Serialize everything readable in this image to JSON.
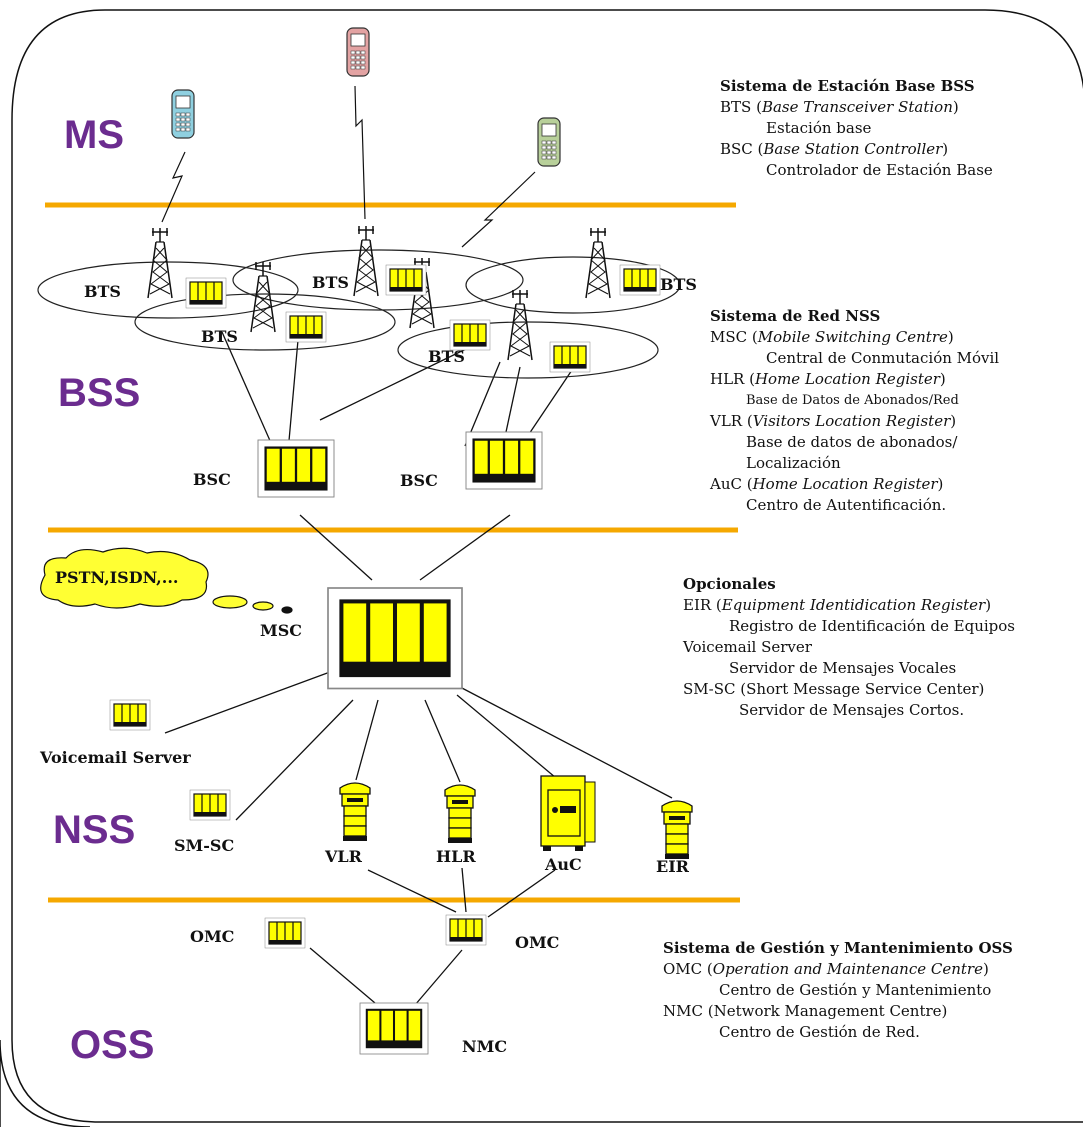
{
  "layers": {
    "ms": "MS",
    "bss": "BSS",
    "nss": "NSS",
    "oss": "OSS"
  },
  "nodes": {
    "bts": "BTS",
    "bsc": "BSC",
    "msc": "MSC",
    "pstn": "PSTN,ISDN,...",
    "voicemail": "Voicemail Server",
    "smsc": "SM-SC",
    "vlr": "VLR",
    "hlr": "HLR",
    "auc": "AuC",
    "eir": "EIR",
    "omc": "OMC",
    "nmc": "NMC"
  },
  "legend_bss": {
    "title": "Sistema de Estación Base BSS",
    "bts_prefix": "BTS (",
    "bts_en": "Base Transceiver Station",
    "bts_suffix": ")",
    "bts_es": "Estación base",
    "bsc_prefix": "BSC (",
    "bsc_en": "Base Station Controller",
    "bsc_suffix": ")",
    "bsc_es": "Controlador de Estación Base"
  },
  "legend_nss": {
    "title": "Sistema de Red NSS",
    "msc_prefix": "MSC (",
    "msc_en": "Mobile Switching Centre",
    "msc_suffix": ")",
    "msc_es": "Central de Conmutación Móvil",
    "hlr_prefix": "HLR (",
    "hlr_en": "Home Location Register",
    "hlr_suffix": ")",
    "hlr_es": "Base de Datos de Abonados/Red",
    "vlr_prefix": "VLR (",
    "vlr_en": "Visitors Location Register",
    "vlr_suffix": ")",
    "vlr_es1": "Base de datos de abonados/",
    "vlr_es2": "Localización",
    "auc_prefix": "AuC (",
    "auc_en": "Home Location Register",
    "auc_suffix": ")",
    "auc_es": "Centro de Autentificación."
  },
  "legend_opt": {
    "title": "Opcionales",
    "eir_prefix": "EIR (",
    "eir_en": "Equipment Identidication Register",
    "eir_suffix": ")",
    "eir_es": "Registro de Identificación de Equipos",
    "vm": "Voicemail Server",
    "vm_es": "Servidor de Mensajes Vocales",
    "smsc": "SM-SC (Short Message Service Center)",
    "smsc_es": "Servidor de Mensajes Cortos."
  },
  "legend_oss": {
    "title": "Sistema de Gestión y Mantenimiento OSS",
    "omc_prefix": "OMC (",
    "omc_en": "Operation and Maintenance Centre",
    "omc_suffix": ")",
    "omc_es": "Centro de Gestión y Mantenimiento",
    "nmc": "NMC (Network Management Centre)",
    "nmc_es": "Centro de Gestión de Red."
  },
  "colors": {
    "layer_text": "#6b2c8f",
    "separator": "#f5a800",
    "equipment": "#ffff00",
    "cloud": "#ffff33",
    "outline": "#222222"
  }
}
